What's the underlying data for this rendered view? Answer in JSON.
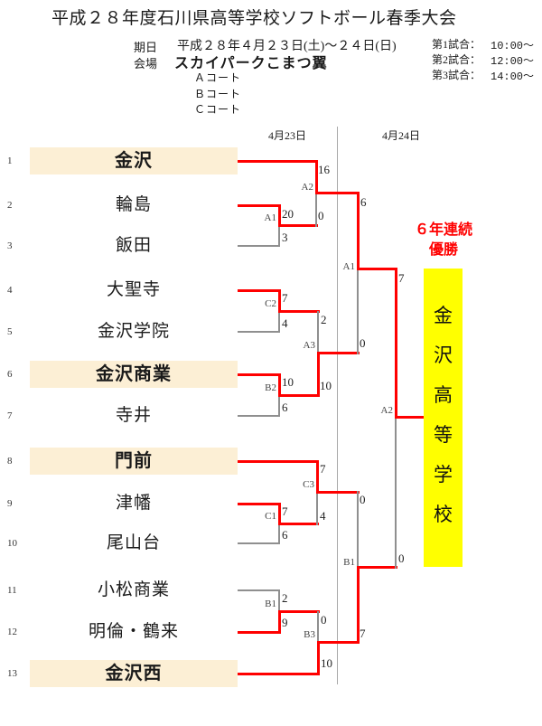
{
  "page_title": "平成２８年度石川県高等学校ソフトボール春季大会",
  "header": {
    "date_label": "期日",
    "date_value": "平成２８年４月２３日(土)～２４日(日)",
    "venue_label": "会場",
    "venue_name": "スカイパークこまつ翼",
    "courts": [
      "Ａコート",
      "Ｂコート",
      "Ｃコート"
    ],
    "game_times": [
      {
        "label": "第1試合：",
        "time": "10:00～"
      },
      {
        "label": "第2試合：",
        "time": "12:00～"
      },
      {
        "label": "第3試合：",
        "time": "14:00～"
      }
    ]
  },
  "bracket": {
    "day_labels": {
      "day1": "4月23日",
      "day2": "4月24日"
    },
    "teams": [
      {
        "seed": "1",
        "name": "金沢",
        "highlighted": true
      },
      {
        "seed": "2",
        "name": "輪島",
        "highlighted": false
      },
      {
        "seed": "3",
        "name": "飯田",
        "highlighted": false
      },
      {
        "seed": "4",
        "name": "大聖寺",
        "highlighted": false
      },
      {
        "seed": "5",
        "name": "金沢学院",
        "highlighted": false
      },
      {
        "seed": "6",
        "name": "金沢商業",
        "highlighted": true
      },
      {
        "seed": "7",
        "name": "寺井",
        "highlighted": false
      },
      {
        "seed": "8",
        "name": "門前",
        "highlighted": true
      },
      {
        "seed": "9",
        "name": "津幡",
        "highlighted": false
      },
      {
        "seed": "10",
        "name": "尾山台",
        "highlighted": false
      },
      {
        "seed": "11",
        "name": "小松商業",
        "highlighted": false
      },
      {
        "seed": "12",
        "name": "明倫・鶴来",
        "highlighted": false
      },
      {
        "seed": "13",
        "name": "金沢西",
        "highlighted": true
      }
    ],
    "matches": {
      "r1_A1": {
        "label": "A1",
        "top_score": "20",
        "bottom_score": "3"
      },
      "r1_C2": {
        "label": "C2",
        "top_score": "7",
        "bottom_score": "4"
      },
      "r1_B2": {
        "label": "B2",
        "top_score": "10",
        "bottom_score": "6"
      },
      "r1_C1": {
        "label": "C1",
        "top_score": "7",
        "bottom_score": "6"
      },
      "r1_B1": {
        "label": "B1",
        "top_score": "2",
        "bottom_score": "9"
      },
      "r2_A2": {
        "label": "A2",
        "top_score": "16",
        "bottom_score": "0"
      },
      "r2_A3": {
        "label": "A3",
        "top_score": "2",
        "bottom_score": "10"
      },
      "r2_C3": {
        "label": "C3",
        "top_score": "7",
        "bottom_score": "4"
      },
      "r2_B3": {
        "label": "B3",
        "top_score": "0",
        "bottom_score": "10"
      },
      "sf_A1": {
        "label": "A1",
        "top_score": "6",
        "bottom_score": "0"
      },
      "sf_B1": {
        "label": "B1",
        "top_score": "0",
        "bottom_score": "7"
      },
      "final_A2": {
        "label": "A2",
        "top_score": "7",
        "bottom_score": "0"
      }
    },
    "champion": {
      "note_line1": "６年連続",
      "note_line2": "優勝",
      "name_vertical": [
        "金",
        "沢",
        "高",
        "等",
        "学",
        "校"
      ]
    }
  },
  "colors": {
    "winner_line": "#ff0000",
    "loser_line": "#8f8f8f",
    "seed_highlight": "#fcefd5",
    "champion_highlight": "#ffff00",
    "note_text": "#ff0000"
  }
}
